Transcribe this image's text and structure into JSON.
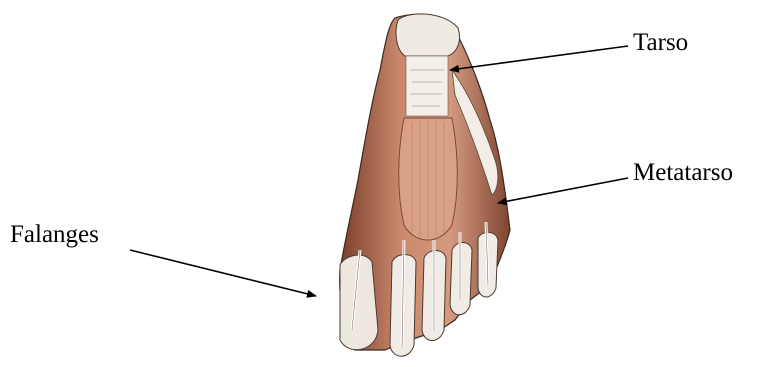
{
  "labels": {
    "tarsus": "Tarso",
    "metatarsus": "Metatarso",
    "phalanges": "Falanges"
  },
  "colors": {
    "muscle": "#c98c72",
    "muscle_dark": "#8a4a34",
    "tendon": "#f1ece4",
    "bone_outline": "#5a4a40",
    "arrow": "#000000"
  }
}
